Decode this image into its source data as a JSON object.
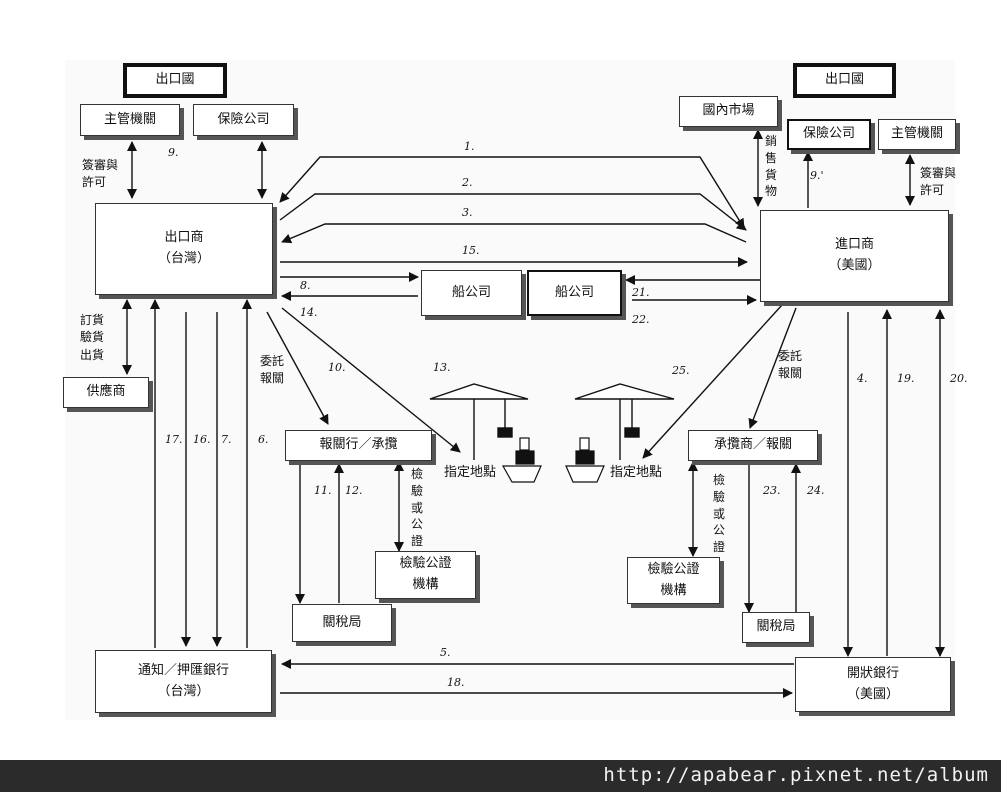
{
  "export_country": {
    "title": "出口國",
    "authority": "主管機關",
    "insurance": "保險公司",
    "permit": "簽審與\n許可"
  },
  "import_country": {
    "title": "出口國",
    "authority": "主管機關",
    "insurance": "保險公司",
    "domestic_market": "國內市場",
    "sell_goods": "銷售貨物",
    "permit": "簽審與\n許可"
  },
  "exporter": {
    "name": "出口商",
    "loc": "（台灣）"
  },
  "importer": {
    "name": "進口商",
    "loc": "（美國）"
  },
  "shipping": {
    "left": "船公司",
    "right": "船公司"
  },
  "supplier": {
    "name": "供應商",
    "label": "訂貨\n驗貨\n出貨"
  },
  "broker_left": {
    "name": "報關行／承攬",
    "entrust": "委託\n報關",
    "inspect": "檢驗或公證"
  },
  "broker_right": {
    "name": "承攬商／報關",
    "entrust": "委託\n報關",
    "inspect": "檢驗或公證"
  },
  "inspection": {
    "left": "檢驗公證\n機構",
    "right": "檢驗公證\n機構"
  },
  "customs": {
    "left": "關稅局",
    "right": "關稅局"
  },
  "port": {
    "left": "指定地點",
    "right": "指定地點"
  },
  "bank_tw": {
    "name": "通知／押匯銀行",
    "loc": "（台灣）"
  },
  "bank_us": {
    "name": "開狀銀行",
    "loc": "（美國）"
  },
  "steps": {
    "s1": "1.",
    "s2": "2.",
    "s3": "3.",
    "s4": "4.",
    "s5": "5.",
    "s6": "6.",
    "s7": "7.",
    "s8": "8.",
    "s9l": "9.",
    "s9r": "9.'",
    "s10": "10.",
    "s11": "11.",
    "s12": "12.",
    "s13": "13.",
    "s14": "14.",
    "s15": "15.",
    "s16": "16.",
    "s17": "17.",
    "s18": "18.",
    "s19": "19.",
    "s20": "20.",
    "s21": "21.",
    "s22": "22.",
    "s23": "23.",
    "s24": "24.",
    "s25": "25."
  },
  "footer": {
    "url": "http://apabear.pixnet.net/album"
  }
}
